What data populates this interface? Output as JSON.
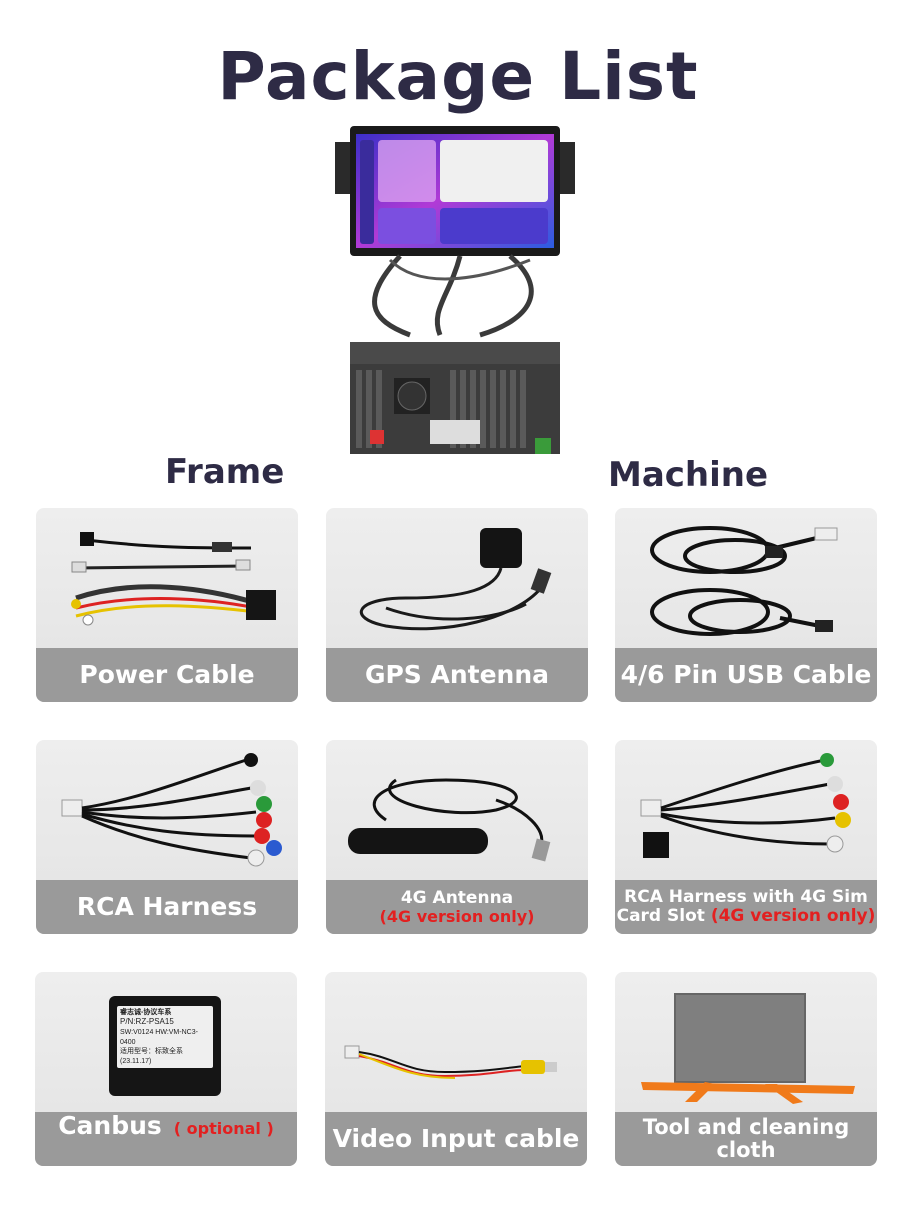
{
  "title": "Package List",
  "sections": {
    "frame": "Frame",
    "machine": "Machine"
  },
  "items": [
    {
      "label": "Power Cable"
    },
    {
      "label": "GPS Antenna"
    },
    {
      "label": "4/6 Pin USB Cable"
    },
    {
      "label": "RCA Harness"
    },
    {
      "label": "4G Antenna",
      "note": "(4G version only)"
    },
    {
      "label_line1": "RCA Harness with 4G Sim",
      "label_line2": "Card Slot",
      "note": "(4G version only)"
    },
    {
      "label": "Canbus",
      "note": "( optional )"
    },
    {
      "label": "Video Input cable"
    },
    {
      "label": "Tool and cleaning cloth"
    }
  ],
  "canbus_module_text": {
    "line1": "睿志诚-协议车系",
    "line2": "P/N:RZ-PSA15",
    "line3": "SW:V0124  HW:VM-NC3-0400",
    "line4": "适用型号：标致全系(23.11.17)"
  },
  "colors": {
    "title": "#2e2b45",
    "caption_bg": "#9a9a9a",
    "card_bg": "#e8e8e8",
    "note_red": "#e32020"
  }
}
